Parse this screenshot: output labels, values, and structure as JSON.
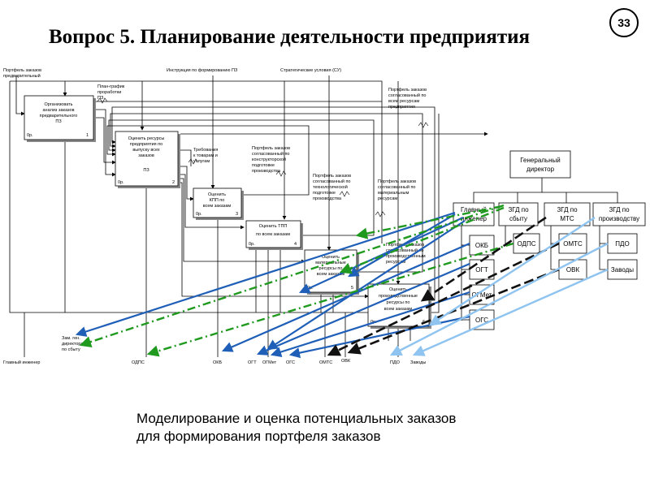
{
  "slide": {
    "title": "Вопрос 5.  Планирование деятельности предприятия",
    "page_number": "33",
    "caption_line1": "Моделирование и оценка потенциальных заказов",
    "caption_line2": "для формирования портфеля заказов"
  },
  "idef0": {
    "top_labels": {
      "portfolio_prelim": [
        "Портфель заказов",
        "предварительный"
      ],
      "instruction": "Инструкция по формированию ПЗ",
      "strategic": "Стратегические условия (СУ)",
      "plan_graph": [
        "План-график",
        "проработки",
        "ПЗ"
      ],
      "portfolio_all": [
        "Портфель заказов",
        "согласованный по",
        "всем ресурсам",
        "предприятия"
      ],
      "requirements": [
        "Требования",
        "к товарам и",
        "услугам"
      ],
      "portfolio_design": [
        "Портфель заказов",
        "согласованный по",
        "конструкторской",
        "подготовке",
        "производства"
      ],
      "portfolio_tech": [
        "Портфель заказов",
        "согласованный по",
        "технологической",
        "подготовке",
        "производства"
      ],
      "portfolio_material": [
        "Портфель заказов",
        "согласованный по",
        "материальным",
        "ресурсам"
      ],
      "portfolio_prod": [
        "Портфель заказов",
        "согласованный по",
        "производственным",
        "ресурсам"
      ],
      "bottom_left_note": [
        "Зам. ген.",
        "директора",
        "по сбыту"
      ]
    },
    "blocks": [
      {
        "lines": [
          "Организовать",
          "анализ заказов",
          "предварительного",
          "ПЗ"
        ],
        "cost": "0р.",
        "num": "1"
      },
      {
        "lines": [
          "Оценить ресурсы",
          "предприятия по",
          "выпуску всех",
          "заказов",
          "ПЗ"
        ],
        "cost": "0р.",
        "num": "2"
      },
      {
        "lines": [
          "Оценить",
          "КПП по",
          "всем заказам"
        ],
        "cost": "0р.",
        "num": "3"
      },
      {
        "lines": [
          "Оценить ТПП",
          "по всем заказам"
        ],
        "cost": "0р.",
        "num": "4"
      },
      {
        "lines": [
          "Оценить",
          "материальные",
          "ресурсы по",
          "всем заказам"
        ],
        "cost": "0р.",
        "num": "5"
      },
      {
        "lines": [
          "Оценить",
          "производственные",
          "ресурсы по",
          "всем заказам"
        ],
        "cost": "0р.",
        "num": "6"
      }
    ],
    "mechanisms": [
      "Главный инженер",
      "ОДПС",
      "ОКБ",
      "ОГТ",
      "ОГМет",
      "ОГС",
      "ОМТС",
      "ОВК",
      "ПДО",
      "Заводы"
    ]
  },
  "org_chart": {
    "root": [
      "Генеральный",
      "директор"
    ],
    "level1": [
      {
        "lines": [
          "Главный",
          "инженер"
        ]
      },
      {
        "lines": [
          "ЗГД по",
          "сбыту"
        ]
      },
      {
        "lines": [
          "ЗГД по",
          "МТС"
        ]
      },
      {
        "lines": [
          "ЗГД по",
          "производству"
        ]
      }
    ],
    "engineer_units": [
      "ОКБ",
      "ОГТ",
      "ОГМет",
      "ОГС"
    ],
    "sales_units": [
      "ОДПС"
    ],
    "mts_units": [
      "ОМТС",
      "ОВК"
    ],
    "production_units": [
      "ПДО",
      "Заводы"
    ]
  },
  "colors": {
    "arrow_engineer": "#1f5fb8",
    "arrow_sales": "#1f9a1f",
    "arrow_mts": "#111111",
    "arrow_production": "#8fc4f0",
    "block_fill": "#ffffff",
    "block_shadow": "#888888"
  }
}
